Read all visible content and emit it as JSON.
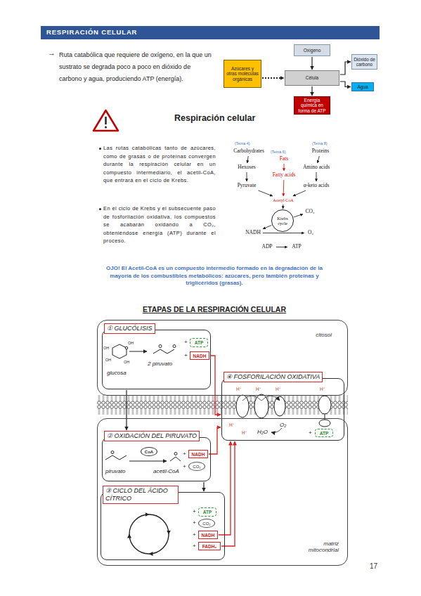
{
  "diagram": {
    "title": "RESPIRACIÓN CELULAR",
    "nodes": [
      {
        "text": [
          "Azúcares y otras moléculas orgánicas"
        ]
      },
      {
        "text": [
          "Oxígeno"
        ]
      },
      {
        "text": [
          "Célula"
        ]
      },
      {
        "text": [
          "Dióxido de carbono"
        ]
      },
      {
        "text": [
          "Agua"
        ]
      },
      {
        "text": [
          "Energía química en forma de ATP"
        ]
      },
      {
        "text": [
          "Carbohydrates"
        ]
      },
      {
        "text": [
          "Fats"
        ]
      },
      {
        "text": [
          "Proteins"
        ]
      },
      {
        "text": [
          "Hexoses"
        ]
      },
      {
        "text": [
          "Fatty acids"
        ]
      },
      {
        "text": [
          "Amino acids"
        ]
      },
      {
        "text": [
          "Pyruvate"
        ]
      },
      {
        "text": [
          "α-keto acids"
        ]
      },
      {
        "text": [
          "Acetyl-CoA"
        ]
      },
      {
        "text": [
          "Krebs cycle"
        ]
      },
      {
        "text": [
          "CO₂"
        ]
      },
      {
        "text": [
          "NADH"
        ]
      },
      {
        "text": [
          "O₂"
        ]
      },
      {
        "text": [
          "ADP"
        ]
      },
      {
        "text": [
          "ATP"
        ]
      },
      {
        "text": [
          "citosol"
        ]
      },
      {
        "text": [
          "① GLUCÓLISIS"
        ],
        "in": 21
      },
      {
        "text": [
          "ATP"
        ],
        "in": 22
      },
      {
        "text": [
          "NADH"
        ],
        "in": 22
      },
      {
        "text": [
          "④ FOSFORILACIÓN OXIDATIVA"
        ]
      },
      {
        "text": [
          "ATP"
        ],
        "in": 25
      },
      {
        "text": [
          "matriz mitocondrial"
        ]
      },
      {
        "text": [
          "② OXIDACIÓN DEL PIRUVATO"
        ],
        "in": 27
      },
      {
        "text": [
          "CoA"
        ],
        "in": 28
      },
      {
        "text": [
          "NADH"
        ],
        "in": 28
      },
      {
        "text": [
          "CO₂"
        ],
        "in": 28
      },
      {
        "text": [
          "③ CICLO DEL ÁCIDO CÍTRICO"
        ],
        "in": 27
      },
      {
        "text": [
          "ATP"
        ],
        "in": 32
      },
      {
        "text": [
          "CO₂"
        ],
        "in": 32
      },
      {
        "text": [
          "NADH"
        ],
        "in": 32
      },
      {
        "text": [
          "FADH₂"
        ],
        "in": 32
      }
    ],
    "edges": [
      {
        "from": 0,
        "to": 2,
        "arrow": "to"
      },
      {
        "from": 1,
        "to": 2,
        "arrow": "to"
      },
      {
        "from": 2,
        "to": 3,
        "arrow": "to"
      },
      {
        "from": 2,
        "to": 4,
        "arrow": "to"
      },
      {
        "from": 2,
        "to": 5,
        "arrow": "to"
      },
      {
        "from": 6,
        "to": 9,
        "arrow": "to"
      },
      {
        "from": 9,
        "to": 12,
        "arrow": "to"
      },
      {
        "from": 7,
        "to": 10,
        "arrow": "to"
      },
      {
        "from": 8,
        "to": 11,
        "arrow": "to"
      },
      {
        "from": 11,
        "to": 13,
        "arrow": "to"
      },
      {
        "from": 12,
        "to": 14,
        "arrow": "to"
      },
      {
        "from": 10,
        "to": 14,
        "arrow": "to"
      },
      {
        "from": 13,
        "to": 14,
        "arrow": "to"
      },
      {
        "from": 14,
        "to": 15,
        "arrow": "to"
      },
      {
        "from": 15,
        "to": 16,
        "arrow": "to"
      },
      {
        "from": 15,
        "to": 17,
        "arrow": "to"
      },
      {
        "from": 17,
        "to": 18,
        "arrow": "to"
      },
      {
        "from": 19,
        "to": 20,
        "arrow": "to"
      },
      {
        "from": 22,
        "to": 28,
        "arrow": "to"
      },
      {
        "from": 28,
        "to": 32,
        "arrow": "to"
      },
      {
        "from": 24,
        "to": 25,
        "arrow": "to"
      },
      {
        "from": 30,
        "to": 25,
        "arrow": "to"
      },
      {
        "from": 35,
        "to": 25,
        "arrow": "to"
      },
      {
        "from": 36,
        "to": 25,
        "arrow": "to"
      }
    ],
    "labels": [
      "→",
      "Ruta catabólica que requiere de oxígeno, en la que un sustrato se degrada poco a poco en dióxido de carbono y agua, produciendo ATP (energía).",
      "Respiración celular",
      "Las rutas catabólicas tanto de azúcares, como de grasas o de proteínas convergen durante la respiración celular en un compuesto intermediario, el acetil-CoA, que entrará en el ciclo de Krebs.",
      "En el ciclo de Krebs y el subsecuente paso de fosforilación oxidativa, los compuestos se acabarán oxidando a CO₂, obteniéndose energía (ATP) durante el proceso.",
      "(Tema 4)",
      "(Tema 6)",
      "(Tema 8)",
      "OJO! El Acetil-CoA es un compuesto intermedio formado en la degradación de la mayoría de los combustibles metabólicos: azúcares, pero también proteínas y triglicéridos (grasas).",
      "ETAPAS DE LA RESPIRACIÓN CELULAR",
      "glucosa",
      "2 piruvato",
      "+",
      "+",
      "H⁺",
      "H⁺",
      "H⁺",
      "H⁺",
      "H⁺",
      "H⁺",
      "O₂",
      "H₂O",
      "+",
      "piruvato",
      "acetil-CoA",
      "+",
      "+",
      "+",
      "+",
      "+",
      "+",
      "17",
      "OH",
      "OH",
      "OH",
      "OH"
    ]
  }
}
